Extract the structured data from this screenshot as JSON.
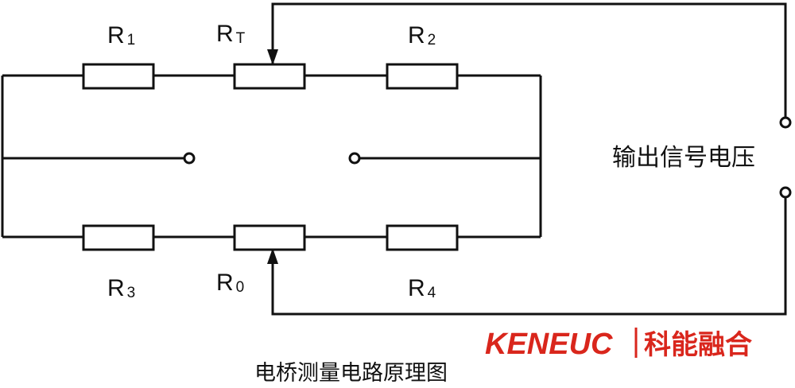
{
  "diagram": {
    "resistors": [
      {
        "id": "r1",
        "letter": "R",
        "sub": "1"
      },
      {
        "id": "rt",
        "letter": "R",
        "sub": "T"
      },
      {
        "id": "r2",
        "letter": "R",
        "sub": "2"
      },
      {
        "id": "r3",
        "letter": "R",
        "sub": "3"
      },
      {
        "id": "r0",
        "letter": "R",
        "sub": "0"
      },
      {
        "id": "r4",
        "letter": "R",
        "sub": "4"
      }
    ],
    "output_label": "输出信号电压",
    "caption": "电桥测量电路原理图"
  },
  "watermark": {
    "brand": "KENEUC",
    "brand_cn": "科能融合",
    "brand_color": "#d9261c"
  },
  "colors": {
    "line": "#111111",
    "background": "#ffffff"
  }
}
